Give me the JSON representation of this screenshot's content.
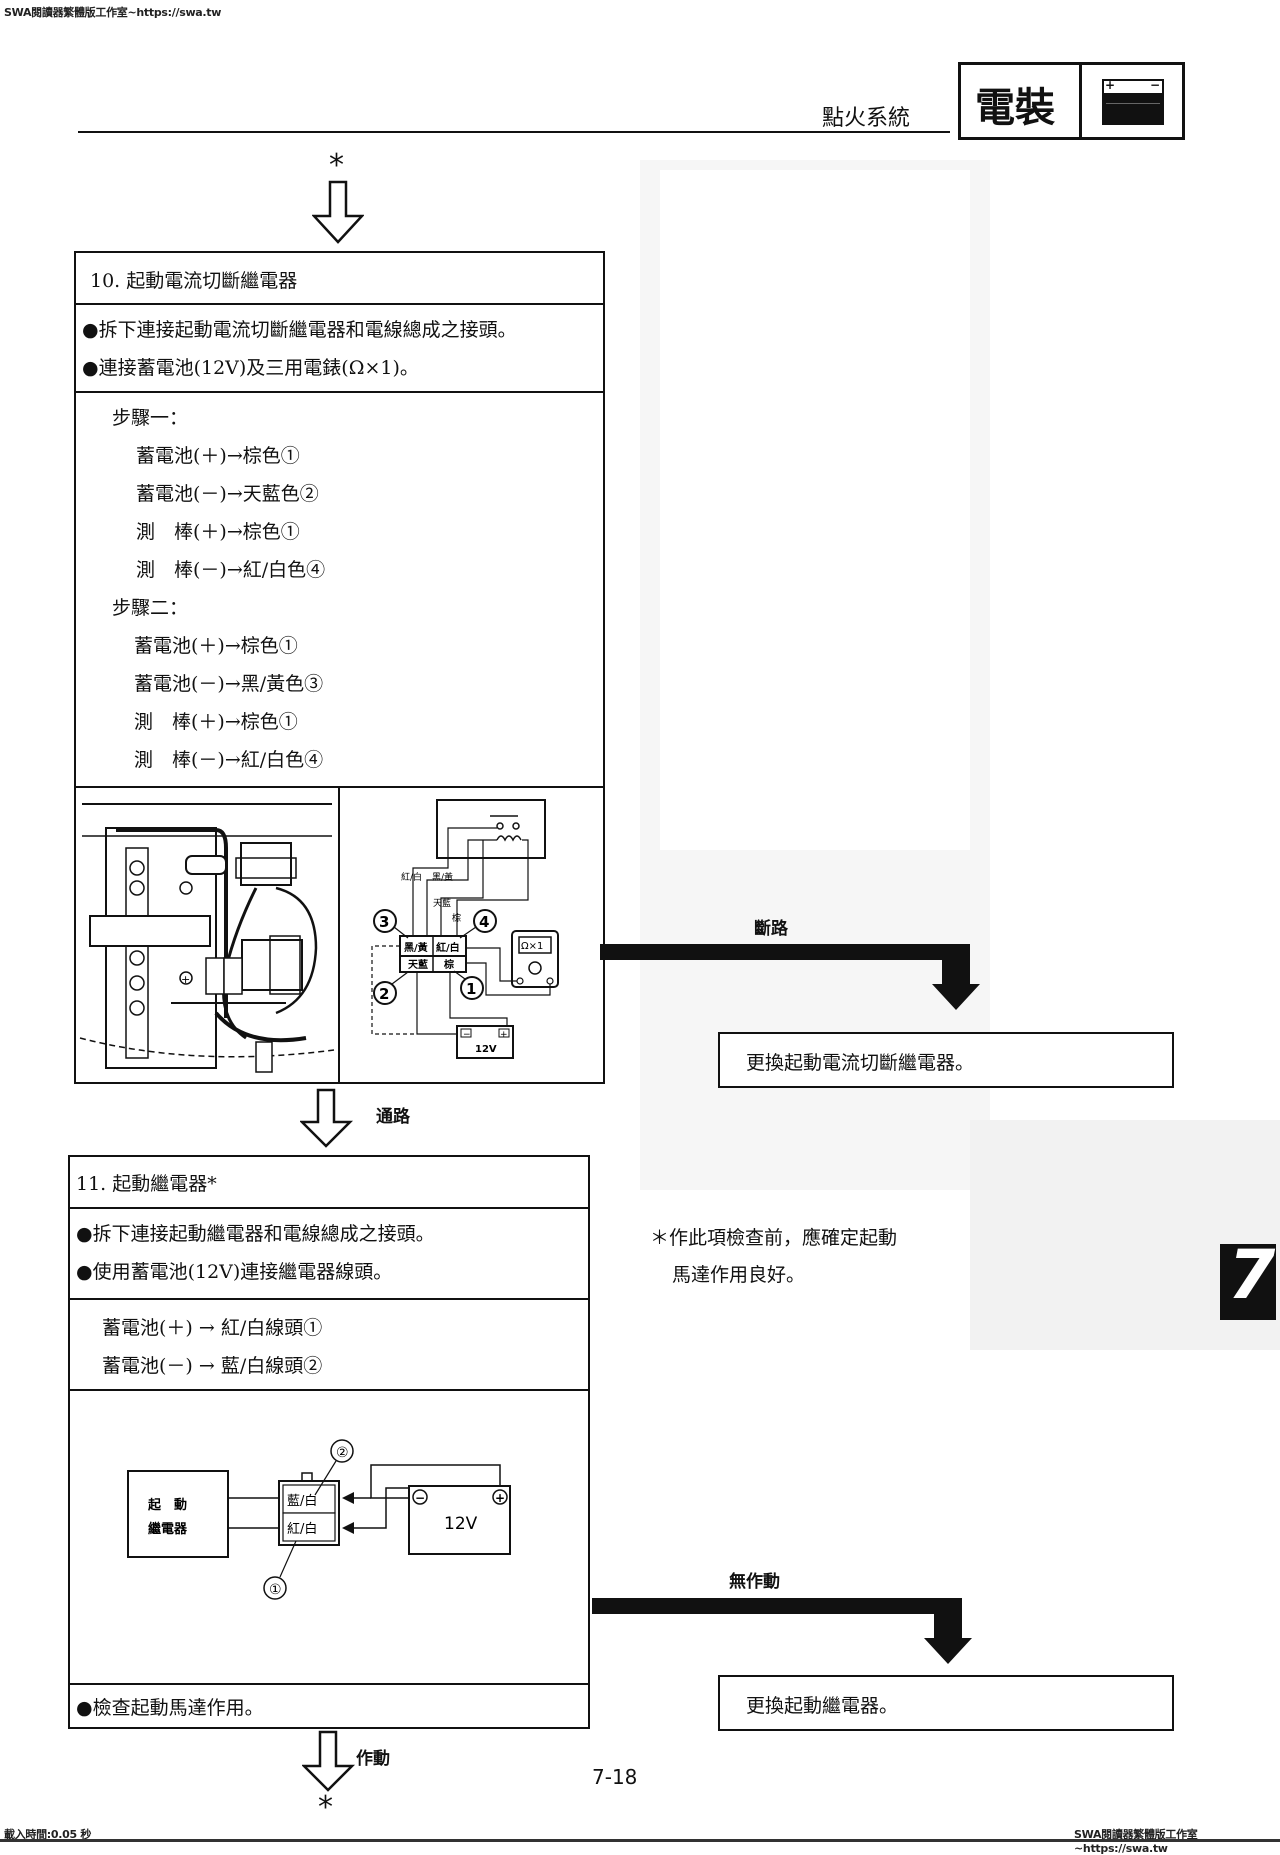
{
  "watermark": {
    "top_left": "SWA閱讀器繁體版工作室~https://swa.tw",
    "bottom_left": "載入時間:0.05 秒",
    "bottom_right": "SWA閱讀器繁體版工作室~https://swa.tw"
  },
  "header": {
    "section_title": "點火系統",
    "chapter_title": "電裝",
    "chapter_icon": "battery-icon",
    "battery_plus": "+",
    "battery_minus": "−"
  },
  "flow": {
    "start_marker": "*",
    "end_marker": "*"
  },
  "step10": {
    "title": "10. 起動電流切斷繼電器",
    "bullets": [
      "●拆下連接起動電流切斷繼電器和電線總成之接頭。",
      "●連接蓄電池(12V)及三用電錶(Ω×1)。"
    ],
    "procedure": {
      "stage1_label": "步驟一：",
      "stage1": [
        "蓄電池(＋)→棕色①",
        "蓄電池(－)→天藍色②",
        "測　棒(＋)→棕色①",
        "測　棒(－)→紅/白色④"
      ],
      "stage2_label": "步驟二：",
      "stage2": [
        "蓄電池(＋)→棕色①",
        "蓄電池(－)→黑/黃色③",
        "測　棒(＋)→棕色①",
        "測　棒(－)→紅/白色④"
      ]
    },
    "diagram": {
      "wire_labels": [
        "紅/白",
        "黑/黃",
        "天藍",
        "棕"
      ],
      "connector_cells": [
        "黑/黃",
        "紅/白",
        "天藍",
        "棕"
      ],
      "callouts": [
        "①",
        "②",
        "③",
        "④"
      ],
      "meter_label": "Ω×1",
      "battery_label": "12V",
      "battery_minus": "−",
      "battery_plus": "+"
    },
    "fail_label": "斷路",
    "fail_action": "更換起動電流切斷繼電器。",
    "pass_label": "通路"
  },
  "step11": {
    "title": "11. 起動繼電器*",
    "bullets": [
      "●拆下連接起動繼電器和電線總成之接頭。",
      "●使用蓄電池(12V)連接繼電器線頭。"
    ],
    "connections": [
      "蓄電池(＋) → 紅/白線頭①",
      "蓄電池(－) → 藍/白線頭②"
    ],
    "diagram": {
      "relay_label_line1": "起　動",
      "relay_label_line2": "繼電器",
      "connector_top": "藍/白",
      "connector_bottom": "紅/白",
      "callout_top": "②",
      "callout_bottom": "①",
      "battery_label": "12V",
      "battery_minus": "−",
      "battery_plus": "+"
    },
    "check": "●檢查起動馬達作用。",
    "fail_label": "無作動",
    "fail_action": "更換起動繼電器。",
    "pass_label": "作動"
  },
  "note": {
    "line1": "＊作此項檢查前，應確定起動",
    "line2": "馬達作用良好。"
  },
  "chapter_tab": "7",
  "page_number": "7-18"
}
